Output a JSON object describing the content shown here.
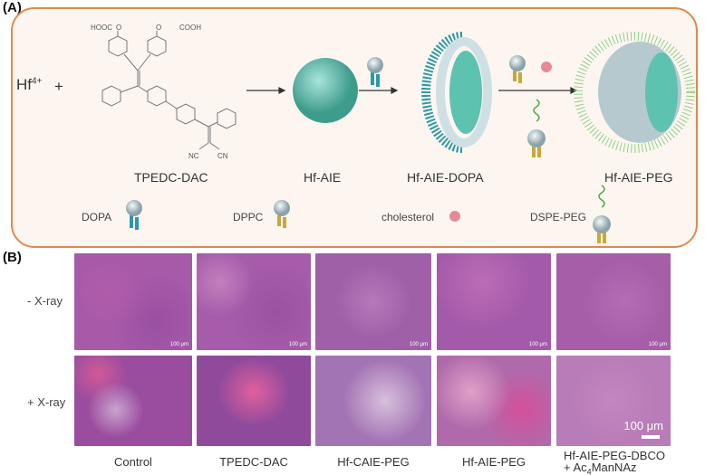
{
  "panel_a": {
    "label": "(A)",
    "hf_ion": "Hf",
    "hf_charge": "4+",
    "plus": "+",
    "molecule_groups": {
      "left_acid": "HOOC",
      "right_acid": "COOH",
      "o_left": "O",
      "o_right": "O",
      "nc": "NC",
      "cn": "CN"
    },
    "compounds": [
      "TPEDC-DAC",
      "Hf-AIE",
      "Hf-AIE-DOPA",
      "Hf-AIE-PEG"
    ],
    "legend": [
      "DOPA",
      "DPPC",
      "cholesterol",
      "DSPE-PEG"
    ],
    "colors": {
      "border": "#e08a4a",
      "core": "#6cc7b6",
      "dopa_tail": "#2a9aa8",
      "dppc_tail": "#c9a83a",
      "cholesterol": "#e58a95",
      "peg": "#4aa84a"
    }
  },
  "panel_b": {
    "label": "(B)",
    "rows": [
      "- X-ray",
      "+ X-ray"
    ],
    "columns": [
      "Control",
      "TPEDC-DAC",
      "Hf-CAIE-PEG",
      "Hf-AIE-PEG",
      "Hf-AIE-PEG-DBCO"
    ],
    "last_column_line2_prefix": "+ Ac",
    "last_column_line2_sub": "4",
    "last_column_line2_suffix": "ManNAz",
    "scale_bar": "100 μm"
  }
}
